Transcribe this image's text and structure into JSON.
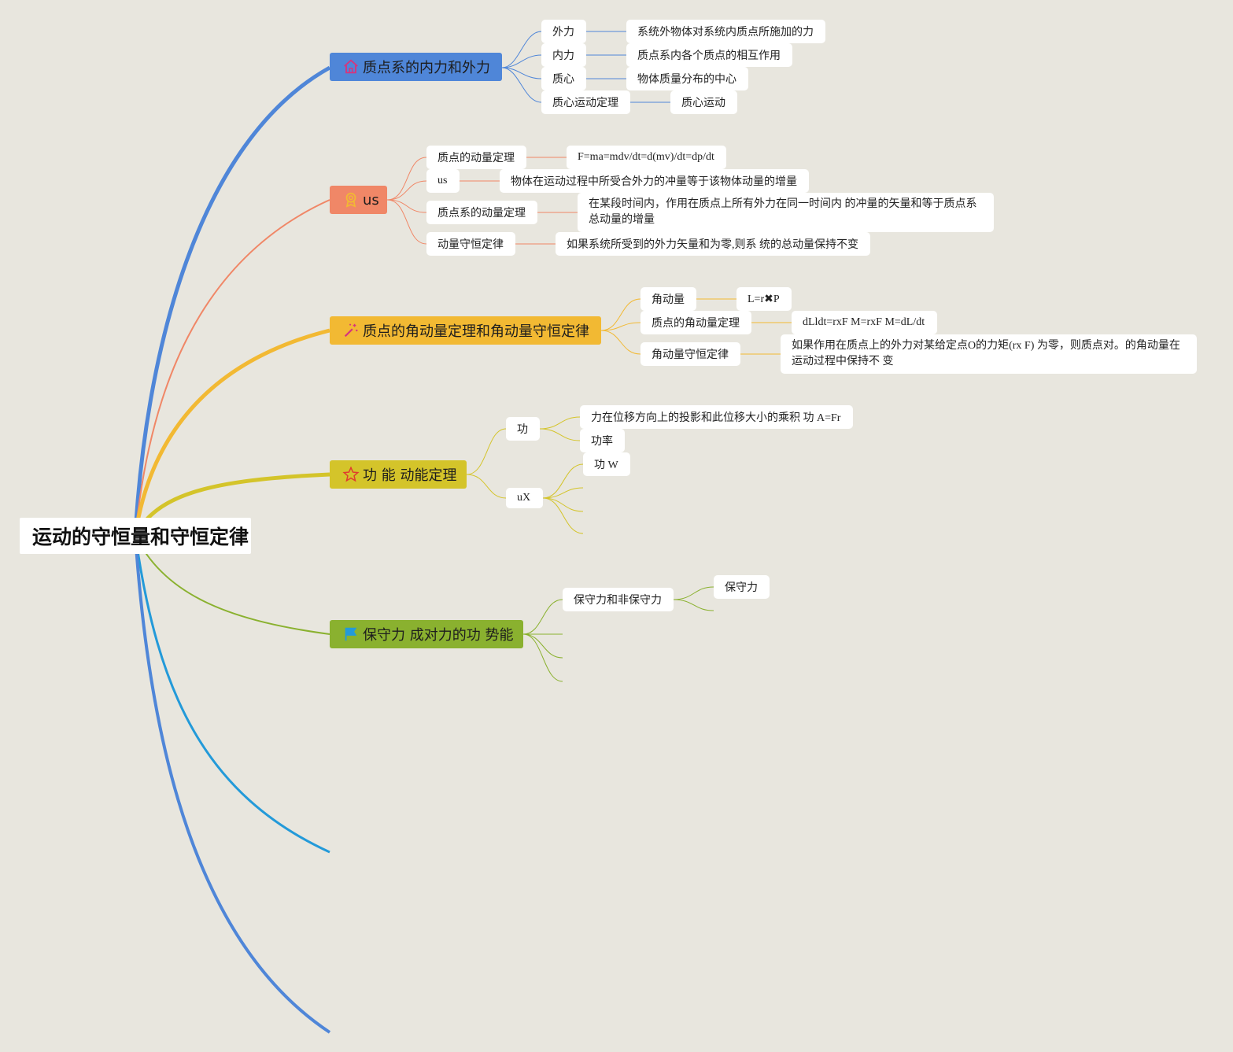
{
  "root": {
    "label": "运动的守恒量和守恒定律"
  },
  "branches": [
    {
      "label": "质点系的内力和外力",
      "icon": "house-icon",
      "color": "#4f86d8",
      "children": [
        {
          "label": "外力",
          "detail": "系统外物体对系统内质点所施加的力"
        },
        {
          "label": "内力",
          "detail": "质点系内各个质点的相互作用"
        },
        {
          "label": "质心",
          "detail": "物体质量分布的中心"
        },
        {
          "label": "质心运动定理",
          "detail": "质心运动"
        }
      ]
    },
    {
      "label": "us",
      "icon": "award-icon",
      "color": "#f08767",
      "children": [
        {
          "label": "质点的动量定理",
          "detail": "F=ma=mdv/dt=d(mv)/dt=dp/dt"
        },
        {
          "label": "us",
          "detail": "物体在运动过程中所受合外力的冲量等于该物体动量的增量"
        },
        {
          "label": "质点系的动量定理",
          "detail": "在某段时间内，作用在质点上所有外力在同一时间内 的冲量的矢量和等于质点系总动量的增量"
        },
        {
          "label": "动量守恒定律",
          "detail": "如果系统所受到的外力矢量和为零,则系 统的总动量保持不变"
        }
      ]
    },
    {
      "label": "质点的角动量定理和角动量守恒定律",
      "icon": "magic-wand-icon",
      "color": "#f2b933",
      "children": [
        {
          "label": "角动量",
          "detail": "L=r✖P"
        },
        {
          "label": "质点的角动量定理",
          "detail": "dLldt=rxF M=rxF M=dL/dt"
        },
        {
          "label": "角动量守恒定律",
          "detail": "如果作用在质点上的外力对某给定点O的力矩(rx F)   为零，则质点对。的角动量在运动过程中保持不 变"
        }
      ]
    },
    {
      "label": "功 能 动能定理",
      "icon": "star-icon",
      "color": "#d4c42a",
      "children": [
        {
          "label": "功",
          "subs": [
            "力在位移方向上的投影和此位移大小的乘积 功 A=Fr",
            "功率"
          ]
        },
        {
          "label": "uX",
          "subs": [
            "功 W"
          ]
        }
      ]
    },
    {
      "label": "保守力 成对力的功 势能",
      "icon": "flag-icon",
      "color": "#8ab12f",
      "children": [
        {
          "label": "保守力和非保守力",
          "subs": [
            "保守力"
          ]
        }
      ]
    }
  ]
}
